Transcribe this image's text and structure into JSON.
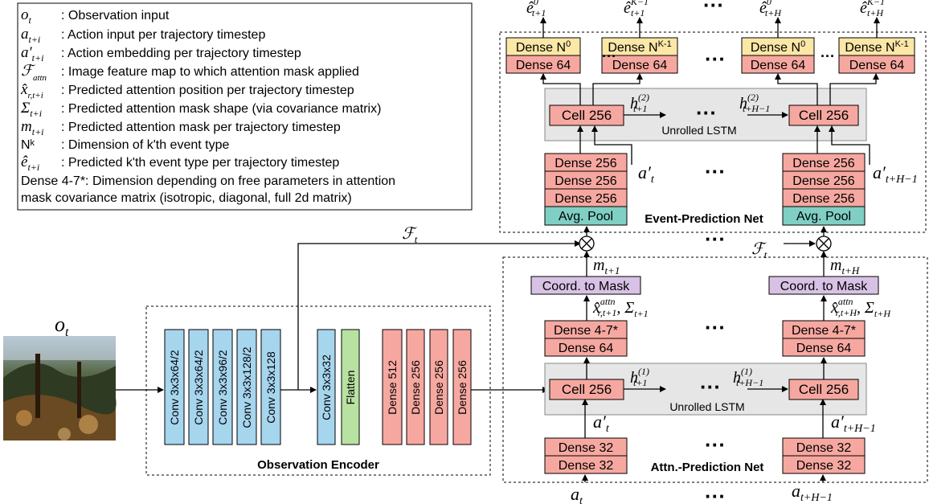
{
  "legend": {
    "rows": [
      {
        "sym": "o",
        "sub": "t",
        "desc": ": Observation input"
      },
      {
        "sym": "a",
        "sub": "t+i",
        "desc": ": Action input per trajectory timestep"
      },
      {
        "sym": "a′",
        "sub": "t+i",
        "desc": ": Action embedding per trajectory timestep"
      },
      {
        "sym": "ℱ",
        "sub": "attn",
        "desc": ": Image feature map to which attention mask applied"
      },
      {
        "sym": "x̂",
        "sub": "r,t+i",
        "desc": ": Predicted attention position per trajectory timestep"
      },
      {
        "sym": "Σ",
        "sub": "t+i",
        "desc": ": Predicted attention mask shape (via covariance matrix)"
      },
      {
        "sym": "m",
        "sub": "t+i",
        "desc": ": Predicted attention mask per trajectory timestep"
      },
      {
        "sym": "Nᵏ",
        "sub": "",
        "desc": ": Dimension of k'th event type"
      },
      {
        "sym": "ê",
        "sub": "t+i",
        "desc": ": Predicted k'th event type per trajectory timestep"
      }
    ],
    "note_line1": "Dense 4-7*: Dimension depending on free parameters in attention",
    "note_line2": "mask covariance matrix (isotropic, diagonal, full 2d matrix)"
  },
  "encoder": {
    "title": "Observation Encoder",
    "input_label": "o",
    "input_sub": "t",
    "convs": [
      "Conv 3x3x64/2",
      "Conv 3x3x64/2",
      "Conv 3x3x96/2",
      "Conv 3x3x128/2",
      "Conv 3x3x128"
    ],
    "conv2": "Conv 3x3x32",
    "flatten": "Flatten",
    "denses": [
      "Dense 512",
      "Dense 256",
      "Dense 256",
      "Dense 256"
    ]
  },
  "attn_net": {
    "title": "Attn.-Prediction Net",
    "lstm_label": "Unrolled LSTM",
    "cell": "Cell 256",
    "dense32": "Dense 32",
    "dense64": "Dense 64",
    "dense47": "Dense 4-7*",
    "coord": "Coord. to Mask",
    "a_in_1": "a",
    "a_in_1_sub": "t",
    "a_in_2": "a",
    "a_in_2_sub": "t+H−1",
    "emb_1": "a′",
    "emb_1_sub": "t",
    "emb_2": "a′",
    "emb_2_sub": "t+H−1",
    "h_1": "h",
    "h_1_sub": "t+1",
    "h_1_sup": "(1)",
    "h_2": "h",
    "h_2_sub": "t+H−1",
    "h_2_sup": "(1)",
    "pos_1": "x̂",
    "pos_1_sub": "r,t+1",
    "pos_1_sup": "attn",
    "pos_1_sigma": ", Σ",
    "pos_1_sigma_sub": "t+1",
    "pos_2": "x̂",
    "pos_2_sub": "r,t+H",
    "pos_2_sup": "attn",
    "pos_2_sigma": ", Σ",
    "pos_2_sigma_sub": "t+H",
    "m_1": "m",
    "m_1_sub": "t+1",
    "m_2": "m",
    "m_2_sub": "t+H"
  },
  "event_net": {
    "title": "Event-Prediction Net",
    "lstm_label": "Unrolled LSTM",
    "cell": "Cell 256",
    "dense256": "Dense 256",
    "avgpool": "Avg. Pool",
    "dense64": "Dense 64",
    "denseN0": "Dense N",
    "denseN0_sup": "0",
    "denseNK": "Dense N",
    "denseNK_sup": "K-1",
    "F_1": "ℱ",
    "F_1_sub": "t",
    "F_2": "ℱ",
    "F_2_sub": "t",
    "emb_1": "a′",
    "emb_1_sub": "t",
    "emb_2": "a′",
    "emb_2_sub": "t+H−1",
    "h_1": "h",
    "h_1_sub": "t+1",
    "h_1_sup": "(2)",
    "h_2": "h",
    "h_2_sub": "t+H−1",
    "h_2_sup": "(2)",
    "e_labels": [
      {
        "sym": "ê",
        "sup": "0",
        "sub": "t+1"
      },
      {
        "sym": "ê",
        "sup": "K−1",
        "sub": "t+1"
      },
      {
        "sym": "ê",
        "sup": "0",
        "sub": "t+H"
      },
      {
        "sym": "ê",
        "sup": "K−1",
        "sub": "t+H"
      }
    ],
    "dots": "···"
  },
  "colors": {
    "conv": "#a6d5ee",
    "flatten": "#b8e2a2",
    "dense": "#f6a8a0",
    "avgpool": "#7fcfc4",
    "coord": "#d7c2e5",
    "denseN": "#fbe7a6",
    "lstm_bg": "#e6e6e6"
  }
}
